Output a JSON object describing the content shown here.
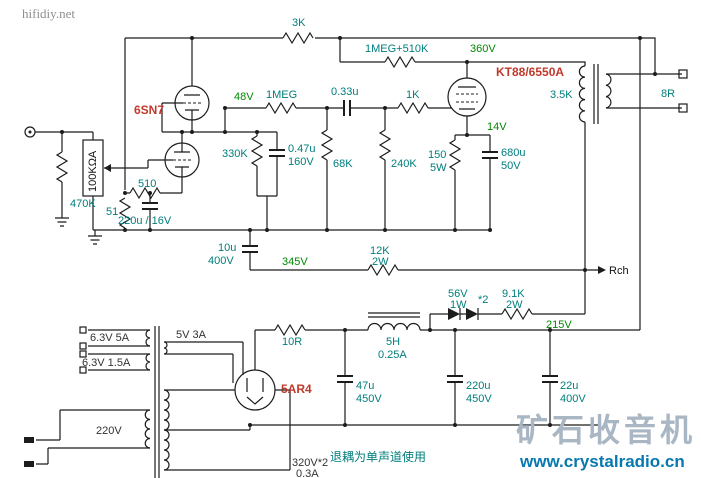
{
  "watermarks": {
    "site": "hifidiy.net",
    "brand": "矿石收音机",
    "url": "www.crystalradio.cn"
  },
  "note": "退耦为单声道使用",
  "tubes": {
    "driver": "6SN7",
    "power": "KT88/6550A",
    "rectifier": "5AR4"
  },
  "voltages": {
    "plate": "360V",
    "driver_cathode": "48V",
    "kt88_cathode": "14V",
    "supply_mid": "345V",
    "supply_screen": "215V"
  },
  "components": {
    "r_top": "3K",
    "r_feedback": "1MEG+510K",
    "r_grid": "1MEG",
    "c_coupling": "0.33u",
    "r_gridstop": "1K",
    "r_load": "330K",
    "c_bypass": "0.47u",
    "c_bypass_v": "160V",
    "r_68k": "68K",
    "r_240k": "240K",
    "r_cathode_kt88": "150",
    "r_cathode_kt88_w": "5W",
    "c_cathode_kt88": "680u",
    "c_cathode_kt88_v": "50V",
    "r_510": "510",
    "r_51": "51",
    "c_cathode": "220u / 16V",
    "pot": "100KΩA",
    "r_input": "470K",
    "c_decouple": "10u",
    "c_decouple_v": "400V",
    "r_decouple": "12K",
    "r_decouple_w": "2W",
    "rch": "Rch",
    "d_zener": "56V",
    "d_zener_w": "1W",
    "d_zener_qty": "*2",
    "r_screen": "9.1K",
    "r_screen_w": "2W",
    "opt_primary": "3.5K",
    "speaker": "8R",
    "r_filter": "10R",
    "choke_h": "5H",
    "choke_a": "0.25A",
    "c_filter1": "47u",
    "c_filter1_v": "450V",
    "c_filter2": "220u",
    "c_filter2_v": "450V",
    "c_filter3": "22u",
    "c_filter3_v": "400V",
    "w_heater_5a": "6.3V 5A",
    "w_rectifier": "5V 3A",
    "w_heater_15a": "6.3V 1.5A",
    "w_mains": "220V",
    "w_hv": "320V*2",
    "w_hv_a": "0.3A"
  },
  "colors": {
    "value": "#007d7d",
    "voltage": "#008a00",
    "tube_label": "#c0392b",
    "wire": "#1c1c1c",
    "brand": "#a9b6c3",
    "url": "#0878b0"
  }
}
